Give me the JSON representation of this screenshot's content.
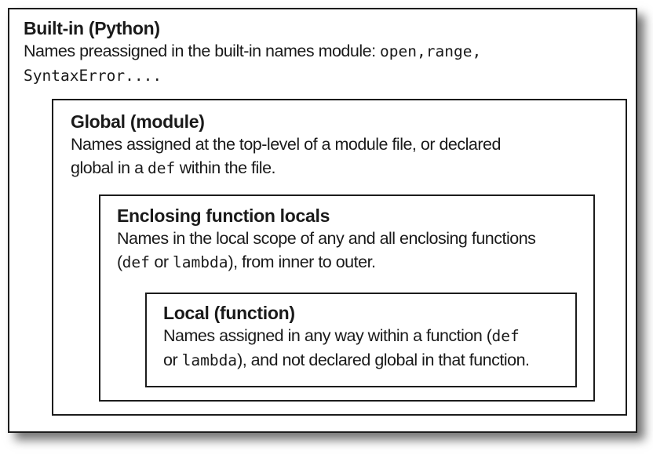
{
  "scopes": {
    "builtin": {
      "title": "Built-in (Python)",
      "line1_text": "Names preassigned in the built-in names module:",
      "line1_code": "open,range,",
      "line2_code": "SyntaxError...."
    },
    "global": {
      "title": "Global (module)",
      "line1_text": "Names assigned at the top-level of a module file, or declared",
      "line2_pre": "global in a",
      "line2_code": "def",
      "line2_post": "within the file."
    },
    "enclosing": {
      "title": "Enclosing function locals",
      "line1_text": "Names in the local scope of any and all enclosing functions",
      "line2_open": "(",
      "line2_code1": "def",
      "line2_mid": "or",
      "line2_code2": "lambda",
      "line2_post": "), from inner to outer."
    },
    "local": {
      "title": "Local (function)",
      "line1_text": "Names assigned in any way within a function (",
      "line1_code": "def",
      "line2_pre": "or",
      "line2_code": "lambda",
      "line2_post": "), and not declared global in that function."
    }
  }
}
